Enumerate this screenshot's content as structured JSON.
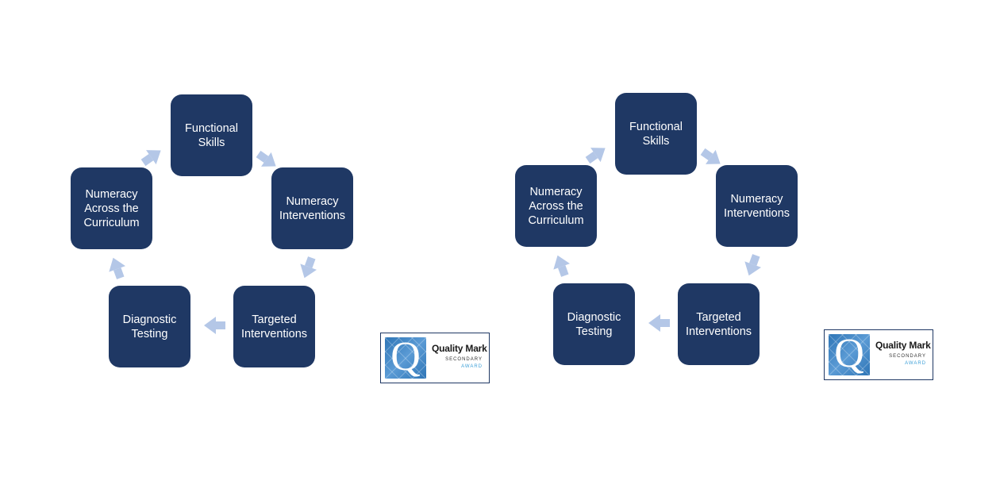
{
  "diagrams": [
    {
      "nodes": {
        "functional_skills": "Functional Skills",
        "numeracy_interventions": "Numeracy Interventions",
        "targeted_interventions": "Targeted Interventions",
        "diagnostic_testing": "Diagnostic Testing",
        "numeracy_across_curriculum": "Numeracy Across the Curriculum"
      },
      "badge": {
        "title": "Quality Mark",
        "line1": "SECONDARY",
        "line2": "AWARD",
        "logo_letter": "Q"
      }
    },
    {
      "nodes": {
        "functional_skills": "Functional Skills",
        "numeracy_interventions": "Numeracy Interventions",
        "targeted_interventions": "Targeted Interventions",
        "diagnostic_testing": "Diagnostic Testing",
        "numeracy_across_curriculum": "Numeracy Across the Curriculum"
      },
      "badge": {
        "title": "Quality Mark",
        "line1": "SECONDARY",
        "line2": "AWARD",
        "logo_letter": "Q"
      }
    }
  ],
  "colors": {
    "node": "#1f3864",
    "arrow": "#b4c7e7",
    "node_text": "#ffffff"
  }
}
